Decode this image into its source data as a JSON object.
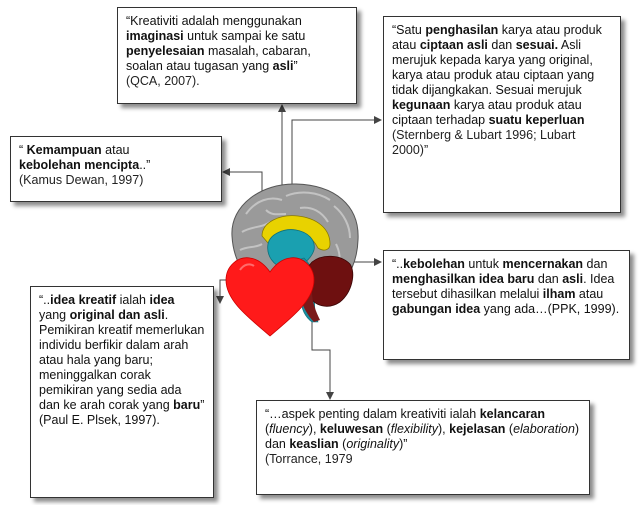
{
  "box1": {
    "open": "“Kreativiti adalah menggunakan ",
    "b1": "imaginasi",
    "t1": " untuk sampai ke satu ",
    "b2": "penyelesaian",
    "t2": " masalah, cabaran, soalan atau tugasan yang ",
    "b3": "asli",
    "close": "”",
    "source": "(QCA, 2007)."
  },
  "box2": {
    "open": "“Satu ",
    "b1": "penghasilan",
    "t1": " karya atau produk atau ",
    "b2": "ciptaan asli",
    "t2": " dan ",
    "b3": "sesuai.",
    "t3": " Asli merujuk kepada karya yang original, karya atau produk atau ciptaan yang tidak dijangkakan. Sesuai merujuk ",
    "b4": "kegunaan",
    "t4": " karya atau produk atau ciptaan terhadap ",
    "b5": "suatu keperluan",
    "source": "(Sternberg & Lubart 1996; Lubart 2000)”"
  },
  "box3": {
    "open": "“ ",
    "b1": "Kemampuan",
    "t1": " atau ",
    "b2": "kebolehan mencipta",
    "t2": "..”",
    "source": "(Kamus Dewan, 1997)"
  },
  "box4": {
    "open": "“..",
    "b1": "kebolehan",
    "t1": " untuk ",
    "b2": "mencernakan",
    "t2": " dan ",
    "b3": "menghasilkan idea baru",
    "t3": " dan ",
    "b4": "asli",
    "t4": ". Idea tersebut dihasilkan melalui ",
    "b5": "ilham",
    "t5": " atau ",
    "b6": "gabungan idea",
    "t6": " yang ada…(PPK, 1999)."
  },
  "box5": {
    "open": "“..",
    "b1": "idea kreatif",
    "t1": " ialah ",
    "b2": "idea",
    "t2": " yang ",
    "b3": "original dan asli",
    "t3": ". Pemikiran kreatif memerlukan individu berfikir dalam arah atau hala yang baru; meninggalkan corak pemikiran yang sedia ada dan ke arah corak yang ",
    "b4": "baru",
    "t4": "” (Paul E. Plsek, 1997)."
  },
  "box6": {
    "open": "“…aspek penting dalam kreativiti ialah ",
    "b1": "kelancaran",
    "p1": " (",
    "i1": "fluency",
    "p2": "), ",
    "b2": "keluwesan",
    "p3": " (",
    "i2": "flexibility",
    "p4": "), ",
    "b3": "kejelasan",
    "p5": " (",
    "i3": "elaboration",
    "p6": ") dan ",
    "b4": "keaslian",
    "p7": " (",
    "i4": "originality",
    "p8": ")”",
    "source": "(Torrance, 1979"
  },
  "colors": {
    "heart": "#ff1a1a",
    "brain_gray": "#9a9a9a",
    "brain_dark": "#6e1010",
    "teal": "#1aa0b0",
    "yellow": "#e8d200",
    "line": "#444444"
  }
}
